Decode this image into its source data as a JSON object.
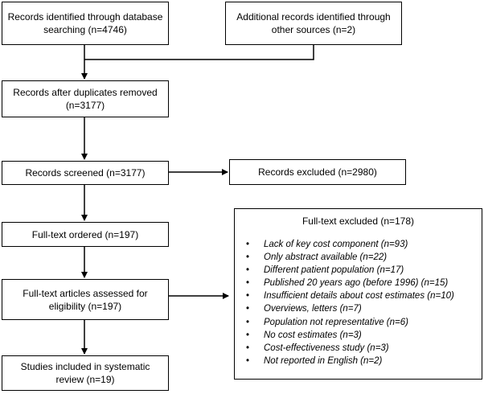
{
  "boxes": {
    "identified_db": "Records identified through database searching (n=4746)",
    "identified_other": "Additional records identified through other sources (n=2)",
    "after_duplicates": "Records after duplicates removed (n=3177)",
    "screened": "Records screened (n=3177)",
    "excluded": "Records excluded (n=2980)",
    "fulltext_ordered": "Full-text ordered (n=197)",
    "assessed": "Full-text articles assessed for eligibility (n=197)",
    "included": "Studies included in systematic review (n=19)"
  },
  "fulltext_excluded": {
    "title": "Full-text excluded (n=178)",
    "reasons": [
      "Lack of key cost component (n=93)",
      "Only abstract available (n=22)",
      "Different patient population (n=17)",
      "Published 20 years ago (before 1996)  (n=15)",
      "Insufficient details about cost estimates (n=10)",
      "Overviews, letters (n=7)",
      "Population not representative (n=6)",
      "No cost estimates (n=3)",
      "Cost-effectiveness study (n=3)",
      "Not reported in English (n=2)"
    ]
  }
}
